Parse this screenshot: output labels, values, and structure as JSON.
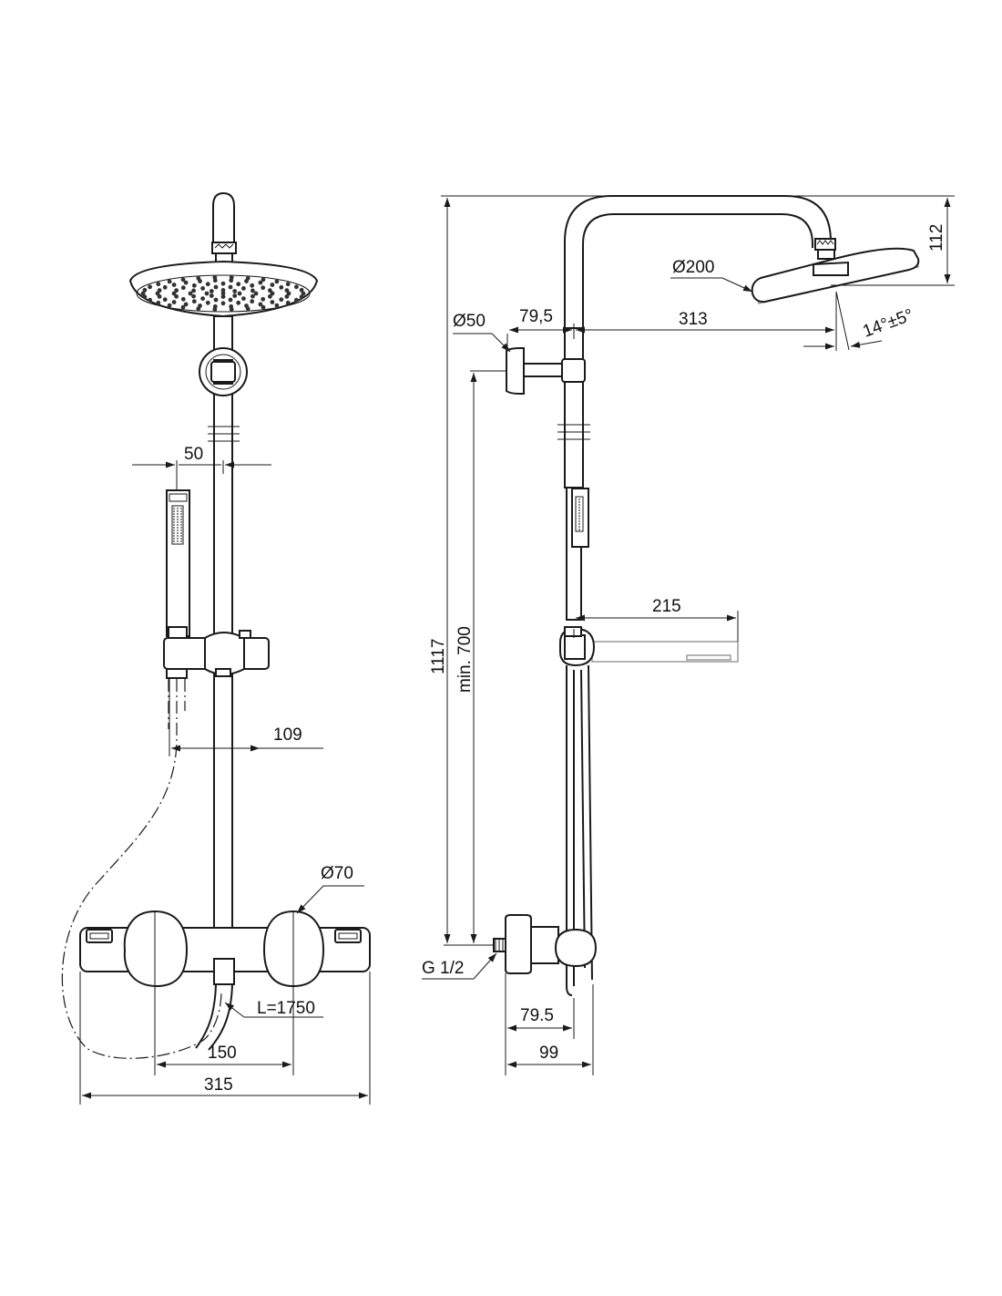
{
  "front_view": {
    "dim_slide_offset": "50",
    "dim_holder_depth": "109",
    "dim_handle_diameter": "Ø70",
    "dim_hose_length": "L=1750",
    "dim_handle_spacing": "150",
    "dim_mixer_width": "315"
  },
  "side_view": {
    "dim_total_height": "1117",
    "dim_min_height": "min. 700",
    "dim_bracket_diameter": "Ø50",
    "dim_bracket_offset": "79,5",
    "dim_arm_reach": "313",
    "dim_head_diameter": "Ø200",
    "dim_head_drop": "112",
    "dim_head_angle": "14°±5°",
    "dim_handshower_reach": "215",
    "dim_inlet_thread": "G 1/2",
    "dim_inlet_offset": "79.5",
    "dim_mixer_depth": "99"
  },
  "colors": {
    "line": "#1a1a1a",
    "ghost": "#9a9a9a",
    "background": "#ffffff"
  }
}
